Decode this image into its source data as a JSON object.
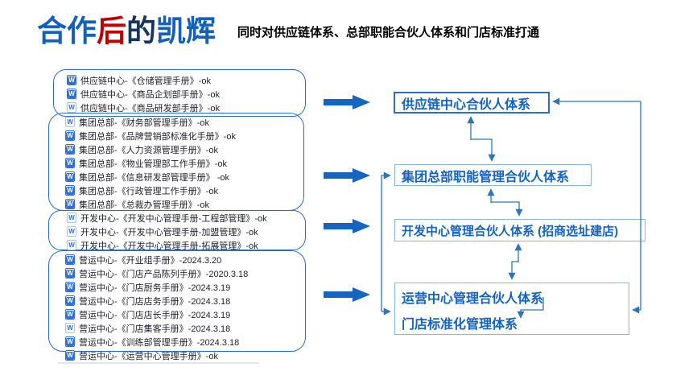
{
  "header": {
    "title_segments": [
      {
        "text": "合作",
        "color": "#1460BA"
      },
      {
        "text": "后",
        "color": "#C00000"
      },
      {
        "text": "的",
        "color": "#17365D"
      },
      {
        "text": "凯辉",
        "color": "#1460BA"
      }
    ],
    "subtitle": "同时对供应链体系、总部职能合伙人体系和门店标准打通"
  },
  "icons": {
    "doc_letter": "W",
    "doc_icon_name": "word-doc-icon",
    "big_arrow_name": "right-arrow-icon"
  },
  "groups": [
    {
      "name": "供应链中心",
      "items": [
        {
          "text": "供应链中心-《仓储管理手册》-ok",
          "variant": "solid"
        },
        {
          "text": "供应链中心-《商品企划部手册》-ok",
          "variant": "solid"
        },
        {
          "text": "供应链中心-《商品研发部手册》-ok",
          "variant": "light"
        }
      ]
    },
    {
      "name": "集团总部",
      "items": [
        {
          "text": "集团总部-《财务部管理手册》-ok",
          "variant": "light"
        },
        {
          "text": "集团总部-《品牌营销部标准化手册》-ok",
          "variant": "solid"
        },
        {
          "text": "集团总部-《人力资源管理手册》-ok",
          "variant": "solid"
        },
        {
          "text": "集团总部-《物业管理部工作手册》-ok",
          "variant": "solid"
        },
        {
          "text": "集团总部-《信息研发部管理手册》 -ok",
          "variant": "solid"
        },
        {
          "text": "集团总部-《行政管理工作手册》-ok",
          "variant": "solid"
        },
        {
          "text": "集团总部-《总裁办管理手册》-ok",
          "variant": "solid"
        }
      ]
    },
    {
      "name": "开发中心",
      "items": [
        {
          "text": "开发中心-《开发中心管理手册-工程部管理》-ok",
          "variant": "light"
        },
        {
          "text": "开发中心-《开发中心管理手册-加盟管理》-ok",
          "variant": "light"
        },
        {
          "text": "开发中心-《开发中心管理手册-拓展管理》-ok",
          "variant": "light"
        }
      ]
    },
    {
      "name": "营运中心",
      "items": [
        {
          "text": "营运中心-《开业组手册》-2024.3.20",
          "variant": "solid"
        },
        {
          "text": "营运中心-《门店产品陈列手册》-2020.3.18",
          "variant": "solid"
        },
        {
          "text": "营运中心-《门店厨务手册》-2024.3.19",
          "variant": "solid"
        },
        {
          "text": "营运中心-《门店店务手册》-2024.3.18",
          "variant": "solid"
        },
        {
          "text": "营运中心-《门店店长手册》-2024.3.19",
          "variant": "solid"
        },
        {
          "text": "营运中心-《门店集客手册》-2024.3.18",
          "variant": "light"
        },
        {
          "text": "营运中心-《训练部管理手册》-2024.3.18",
          "variant": "solid"
        },
        {
          "text": "营运中心-《运营中心管理手册》-ok",
          "variant": "solid"
        }
      ]
    }
  ],
  "flow": {
    "boxes": [
      {
        "label": "供应链中心合伙人体系"
      },
      {
        "label": "集团总部职能管理合伙人体系"
      },
      {
        "label": "开发中心管理合伙人体系 (招商选址建店)"
      },
      {
        "label_line1": "运营中心管理合伙人体系",
        "label_line2": "门店标准化管理体系"
      }
    ]
  },
  "colors": {
    "title_blue": "#1460BA",
    "title_red": "#C00000",
    "title_dark": "#17365D",
    "arrow_blue": "#1565C0",
    "flow_text_blue": "#1463BE",
    "connector_blue": "#2E75B6",
    "group_border_blue": "#2E6BBF",
    "light_box_border": "#8FB4DD"
  }
}
